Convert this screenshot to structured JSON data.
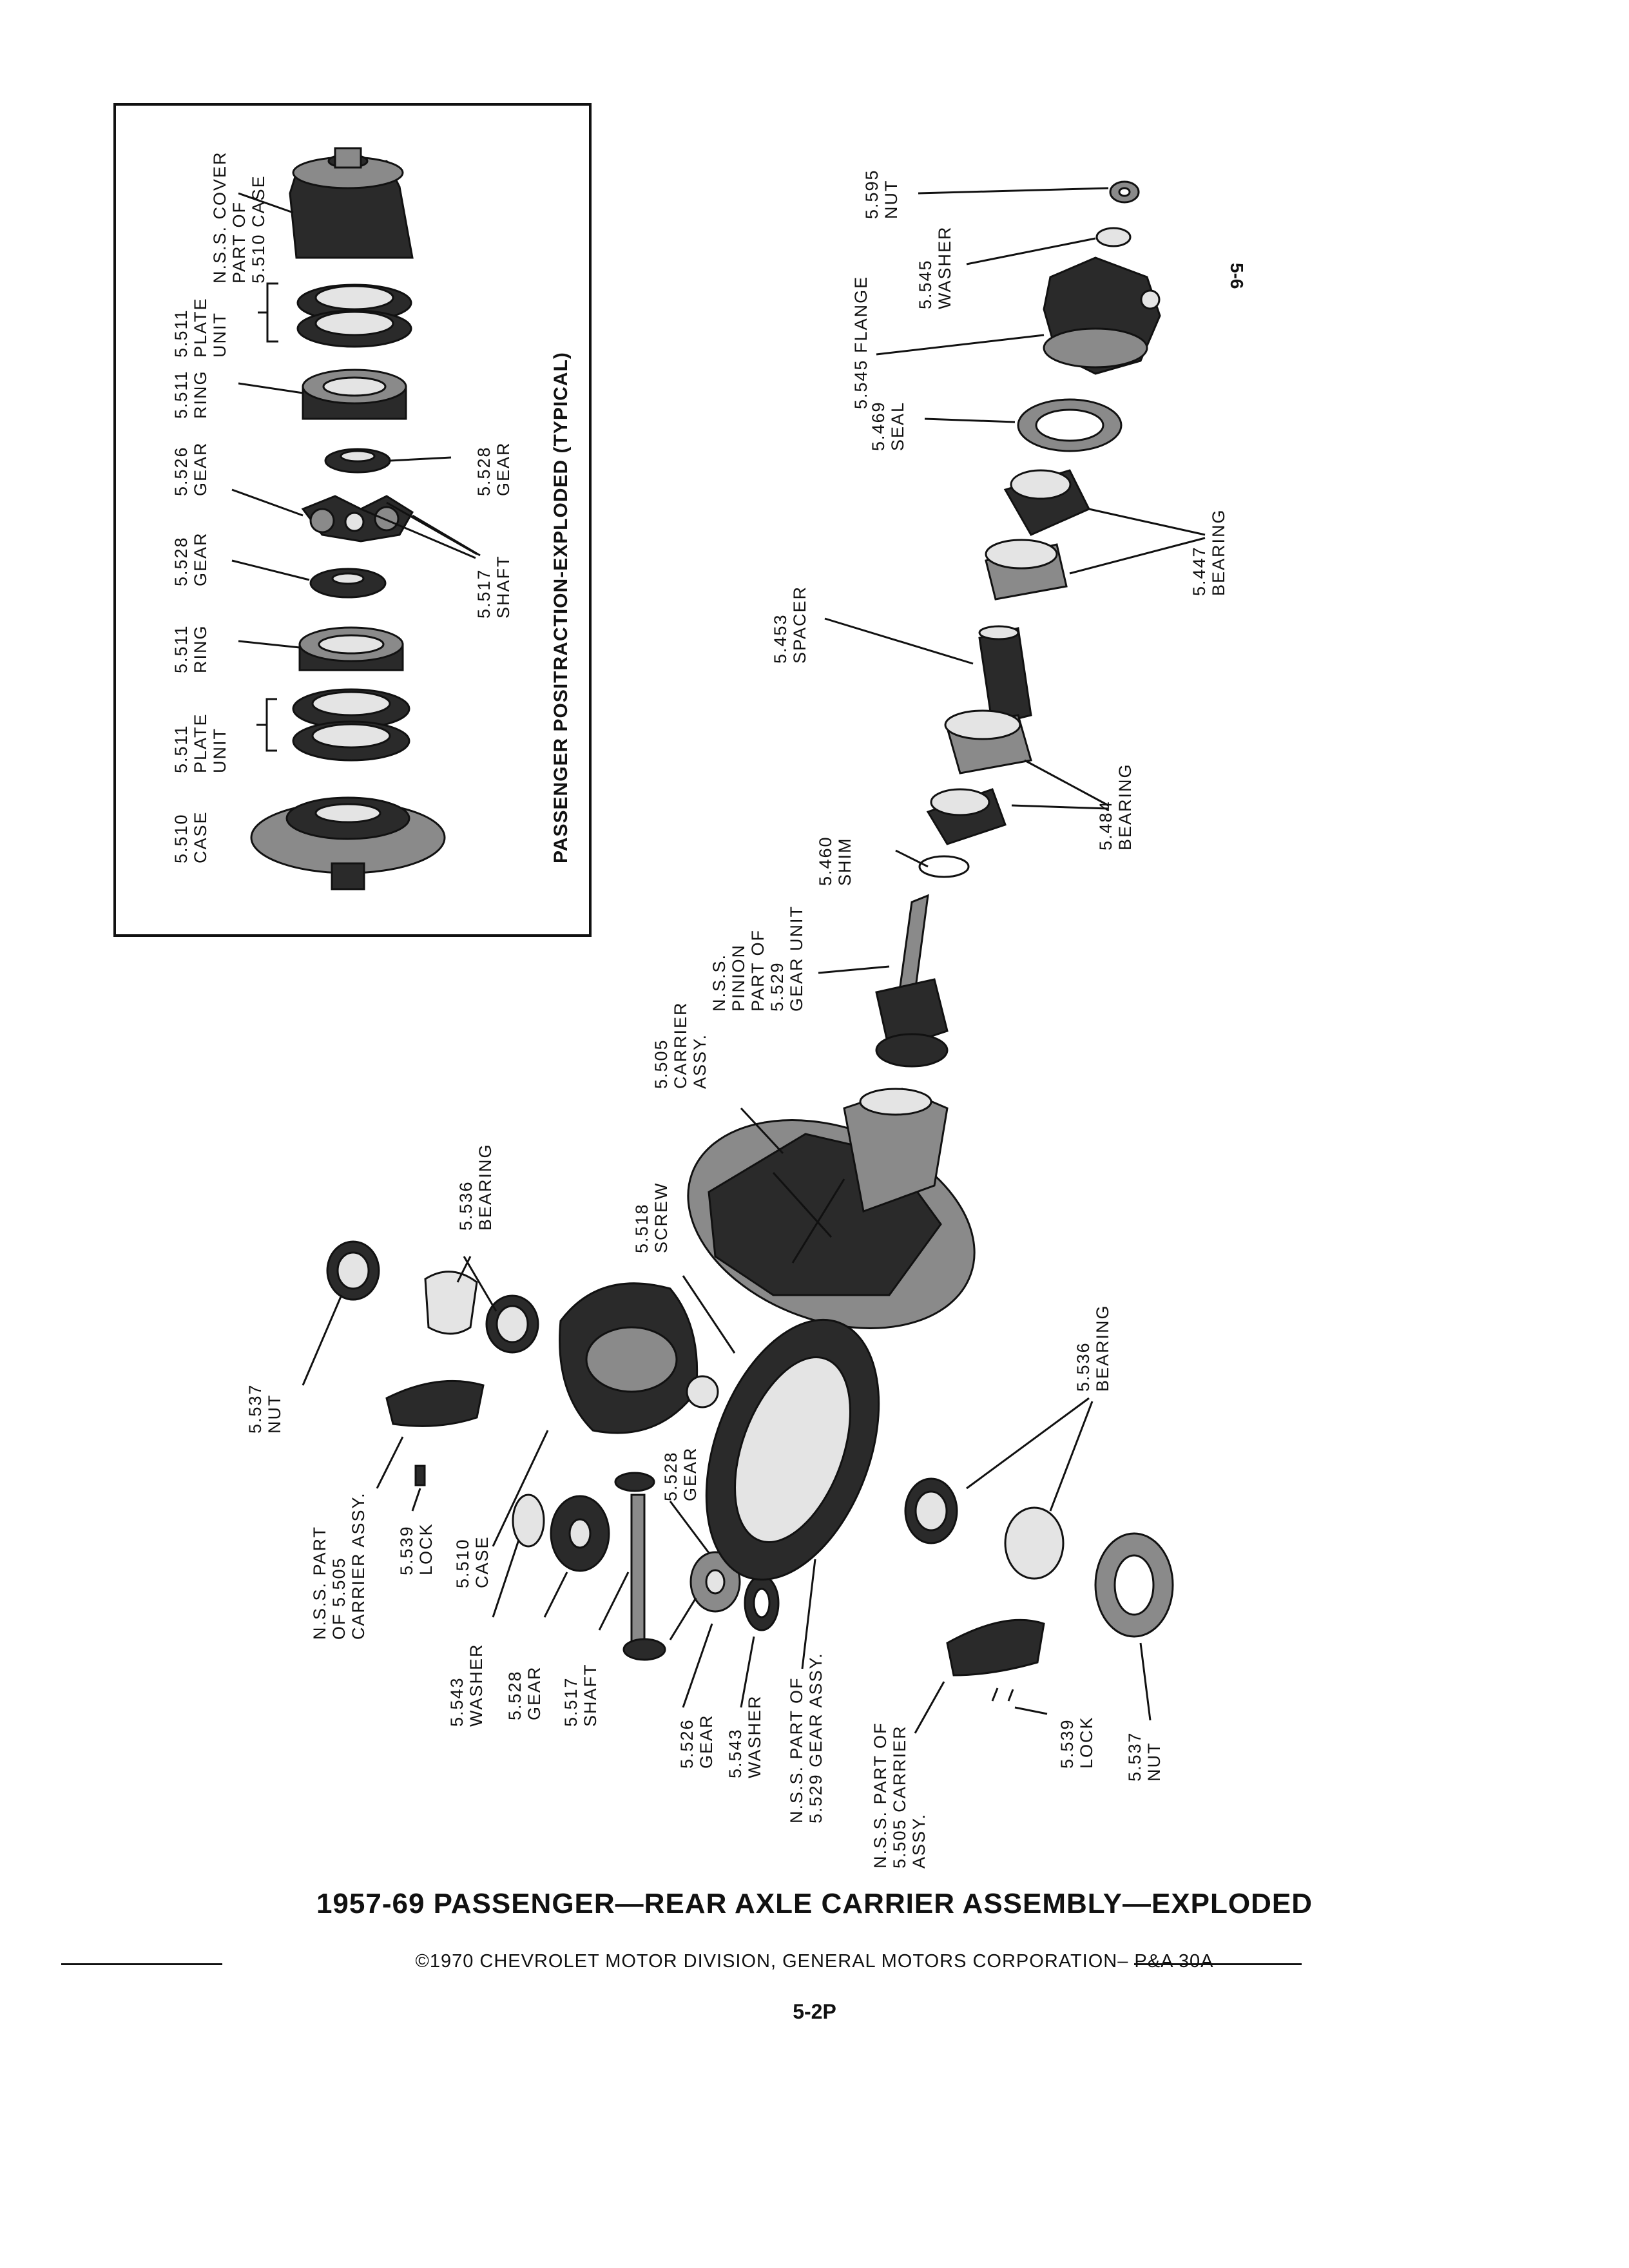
{
  "side_page_number": "5-6",
  "inset": {
    "title": "PASSENGER POSITRACTION-EXPLODED (TYPICAL)",
    "labels": {
      "case": [
        "5.510",
        "CASE"
      ],
      "plate_unit_1": [
        "5.511",
        "PLATE",
        "UNIT"
      ],
      "ring_1": [
        "5.511",
        "RING"
      ],
      "gear_528": [
        "5.528",
        "GEAR"
      ],
      "gear_526": [
        "5.526",
        "GEAR"
      ],
      "ring_2": [
        "5.511",
        "RING"
      ],
      "plate_unit_2": [
        "5.511",
        "PLATE",
        "UNIT"
      ],
      "cover": [
        "N.S.S. COVER",
        "PART OF",
        "5.510 CASE"
      ],
      "shaft": [
        "5.517",
        "SHAFT"
      ],
      "gear_528_b": [
        "5.528",
        "GEAR"
      ]
    }
  },
  "main_labels": {
    "nut_595": [
      "5.595",
      "NUT"
    ],
    "washer_545": [
      "5.545",
      "WASHER"
    ],
    "flange_545": [
      "5.545 FLANGE"
    ],
    "seal_469": [
      "5.469",
      "SEAL"
    ],
    "bearing_447": [
      "5.447",
      "BEARING"
    ],
    "spacer_453": [
      "5.453",
      "SPACER"
    ],
    "bearing_484": [
      "5.484",
      "BEARING"
    ],
    "shim_460": [
      "5.460",
      "SHIM"
    ],
    "pinion": [
      "N.S.S.",
      "PINION",
      "PART OF",
      "5.529",
      "GEAR UNIT"
    ],
    "carrier_505": [
      "5.505",
      "CARRIER",
      "ASSY."
    ],
    "screw_518": [
      "5.518",
      "SCREW"
    ],
    "bearing_536_l": [
      "5.536",
      "BEARING"
    ],
    "nut_537_l": [
      "5.537",
      "NUT"
    ],
    "nss_part_l": [
      "N.S.S. PART",
      "OF 5.505",
      "CARRIER ASSY."
    ],
    "lock_539_l": [
      "5.539",
      "LOCK"
    ],
    "case_510": [
      "5.510",
      "CASE"
    ],
    "washer_543_l": [
      "5.543",
      "WASHER"
    ],
    "gear_528_l": [
      "5.528",
      "GEAR"
    ],
    "shaft_517": [
      "5.517",
      "SHAFT"
    ],
    "gear_528_r": [
      "5.528",
      "GEAR"
    ],
    "gear_526": [
      "5.526",
      "GEAR"
    ],
    "washer_543_r": [
      "5.543",
      "WASHER"
    ],
    "nss_gear_assy": [
      "N.S.S. PART OF",
      "5.529 GEAR ASSY."
    ],
    "bearing_536_r": [
      "5.536",
      "BEARING"
    ],
    "lock_539_r": [
      "5.539",
      "LOCK"
    ],
    "nut_537_r": [
      "5.537",
      "NUT"
    ],
    "nss_part_r": [
      "N.S.S. PART OF",
      "5.505 CARRIER",
      "ASSY."
    ]
  },
  "footer": {
    "title": "1957-69 PASSENGER—REAR AXLE CARRIER ASSEMBLY—EXPLODED",
    "copyright": "©1970 CHEVROLET MOTOR DIVISION, GENERAL MOTORS CORPORATION– P&A 30A",
    "page_number": "5-2P"
  }
}
